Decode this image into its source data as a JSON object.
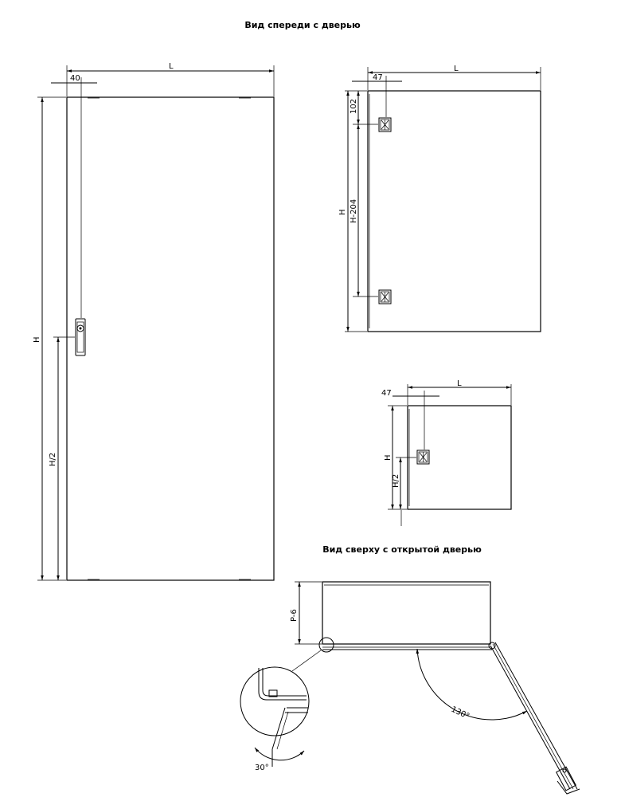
{
  "titles": {
    "front_view": "Вид спереди с дверью",
    "top_view": "Вид сверху с открытой дверью"
  },
  "front_large": {
    "width_label": "L",
    "height_label": "H",
    "offset_label": "40",
    "half_height_label": "H/2"
  },
  "front_medium": {
    "width_label": "L",
    "offset_label": "47",
    "top_offset_label": "102",
    "height_label": "H",
    "inner_height_label": "H-204"
  },
  "front_small": {
    "width_label": "L",
    "offset_label": "47",
    "height_label": "H",
    "half_height_label": "H/2"
  },
  "top_view": {
    "depth_label": "P-6",
    "open_angle_label": "130°",
    "detail_angle_label": "30°"
  }
}
